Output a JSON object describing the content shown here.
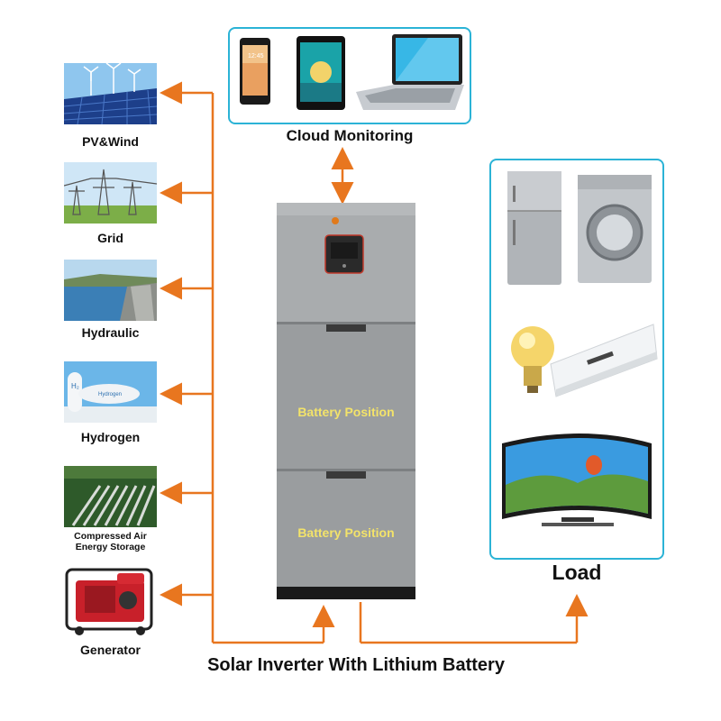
{
  "sources": [
    {
      "id": "pv-wind",
      "label": "PV&Wind"
    },
    {
      "id": "grid",
      "label": "Grid"
    },
    {
      "id": "hydraulic",
      "label": "Hydraulic"
    },
    {
      "id": "hydrogen",
      "label": "Hydrogen"
    },
    {
      "id": "compressed-air",
      "label": "Compressed Air\nEnergy Storage"
    },
    {
      "id": "generator",
      "label": "Generator"
    }
  ],
  "cloud": {
    "label": "Cloud Monitoring"
  },
  "load": {
    "label": "Load"
  },
  "battery": {
    "position_1": "Battery Position",
    "position_2": "Battery Position"
  },
  "system": {
    "title": "Solar Inverter With Lithium Battery"
  },
  "colors": {
    "arrow": "#e8761f",
    "box_border": "#2bb3d6",
    "cabinet": "#9a9d9f",
    "battery_text": "#f3e36a"
  },
  "icons": [
    "phone-icon",
    "tablet-icon",
    "laptop-icon",
    "fridge-icon",
    "washing-machine-icon",
    "light-bulb-icon",
    "air-conditioner-icon",
    "tv-icon",
    "generator-icon"
  ]
}
